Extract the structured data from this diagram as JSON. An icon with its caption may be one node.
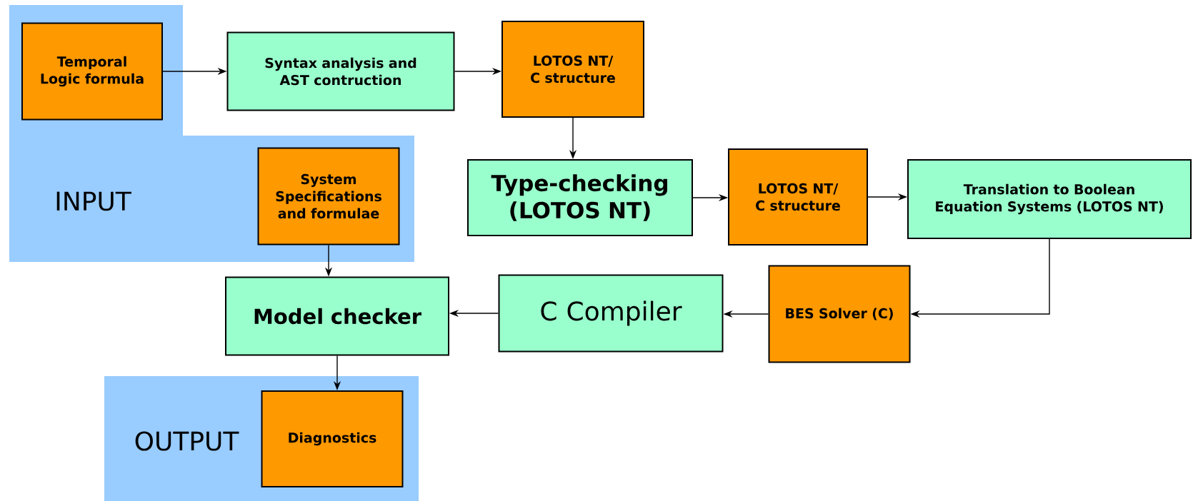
{
  "diagram": {
    "nodes": [
      {
        "text": [
          "INPUT"
        ]
      },
      {
        "text": [
          "Temporal Logic formula"
        ],
        "in": 0
      },
      {
        "text": [
          "Syntax analysis and AST contruction"
        ]
      },
      {
        "text": [
          "LOTOS NT/ C structure"
        ]
      },
      {
        "text": [
          "System Specifications and formulae"
        ],
        "in": 0
      },
      {
        "text": [
          "Type-checking (LOTOS NT)"
        ]
      },
      {
        "text": [
          "LOTOS NT/ C structure"
        ]
      },
      {
        "text": [
          "Translation to Boolean Equation Systems (LOTOS NT)"
        ]
      },
      {
        "text": [
          "Model checker"
        ]
      },
      {
        "text": [
          "C Compiler"
        ]
      },
      {
        "text": [
          "BES Solver (C)"
        ]
      },
      {
        "text": [
          "OUTPUT"
        ]
      },
      {
        "text": [
          "Diagnostics"
        ],
        "in": 11
      }
    ],
    "edges": [
      {
        "from": 1,
        "to": 2,
        "arrow": "to"
      },
      {
        "from": 2,
        "to": 3,
        "arrow": "to"
      },
      {
        "from": 3,
        "to": 5,
        "arrow": "to"
      },
      {
        "from": 5,
        "to": 6,
        "arrow": "to"
      },
      {
        "from": 6,
        "to": 7,
        "arrow": "to"
      },
      {
        "from": 7,
        "to": 10,
        "arrow": "to"
      },
      {
        "from": 10,
        "to": 9,
        "arrow": "to"
      },
      {
        "from": 9,
        "to": 8,
        "arrow": "to"
      },
      {
        "from": 4,
        "to": 8,
        "arrow": "to"
      },
      {
        "from": 8,
        "to": 12,
        "arrow": "to"
      }
    ]
  }
}
